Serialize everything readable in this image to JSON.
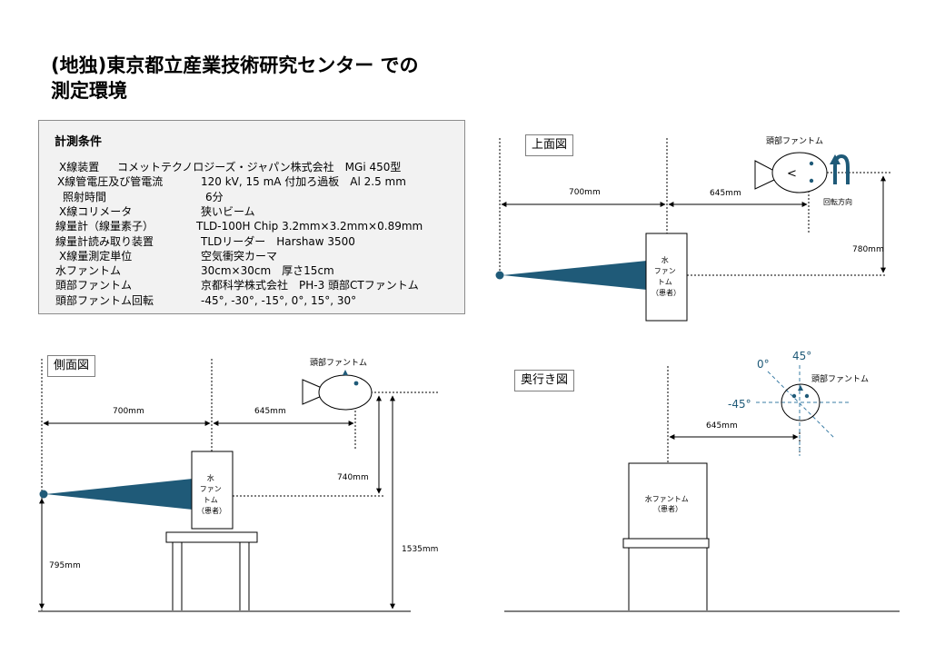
{
  "title": {
    "line1": "(地独)東京都立産業技術研究センター での",
    "line2": "測定環境"
  },
  "conditions": {
    "heading": "計測条件",
    "rows": [
      {
        "label": "X線装置",
        "value": "コメットテクノロジーズ・ジャパン株式会社　MGi 450型"
      },
      {
        "label": "X線管電圧及び管電流",
        "value": "120 kV,  15 mA   付加ろ過板　Al 2.5 mm"
      },
      {
        "label": "照射時間",
        "value": "6分"
      },
      {
        "label": "X線コリメータ",
        "value": "狭いビーム"
      },
      {
        "label": "線量計（線量素子）",
        "value": "TLD-100H Chip 3.2mm×3.2mm×0.89mm"
      },
      {
        "label": "線量計読み取り装置",
        "value": "TLDリーダー　Harshaw 3500"
      },
      {
        "label": "X線量測定単位",
        "value": "空気衝突カーマ"
      },
      {
        "label": "水ファントム",
        "value": "30cm×30cm　厚さ15cm"
      },
      {
        "label": "頭部ファントム",
        "value": "京都科学株式会社　PH-3 頭部CTファントム"
      },
      {
        "label": "頭部ファントム回転",
        "value": "-45°, -30°, -15°, 0°, 15°, 30°"
      }
    ]
  },
  "top_view": {
    "panel": "上面図",
    "dim_700": "700mm",
    "dim_645": "645mm",
    "dim_780": "780mm",
    "head_label": "頭部ファントム",
    "rotation_label": "回転方向",
    "water_label": [
      "水",
      "ファン",
      "トム",
      "（患者）"
    ]
  },
  "side_view": {
    "panel": "側面図",
    "dim_700": "700mm",
    "dim_645": "645mm",
    "dim_740": "740mm",
    "dim_795": "795mm",
    "dim_1535": "1535mm",
    "head_label": "頭部ファントム",
    "water_label": [
      "水",
      "ファン",
      "トム",
      "（患者）"
    ]
  },
  "depth_view": {
    "panel": "奥行き図",
    "dim_645": "645mm",
    "head_label": "頭部ファントム",
    "angle_0": "0°",
    "angle_45": "45°",
    "angle_m45": "-45°",
    "water_label": [
      "水ファントム",
      "（患者）"
    ]
  },
  "colors": {
    "beam": "#1f5a78",
    "source": "#1f5a78",
    "angle_lines": "#3a7ca5",
    "line": "#000000"
  }
}
